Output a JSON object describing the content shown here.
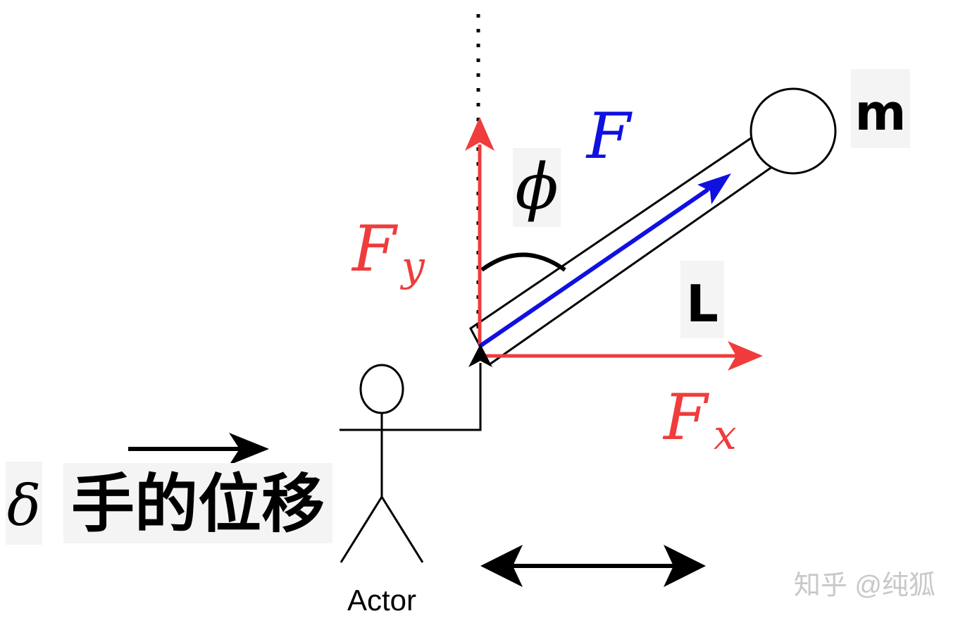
{
  "labels": {
    "mass": "m",
    "length": "L",
    "force": "F",
    "force_x_main": "F",
    "force_x_sub": "x",
    "force_y_main": "F",
    "force_y_sub": "y",
    "angle": "ϕ",
    "delta": "δ",
    "hand_displacement": "手的位移",
    "actor": "Actor",
    "watermark": "知乎 @纯狐"
  },
  "colors": {
    "force_vector": "#1010e0",
    "force_components": "#f03c3c",
    "structure": "#000000",
    "label_background": "#f4f4f4"
  }
}
